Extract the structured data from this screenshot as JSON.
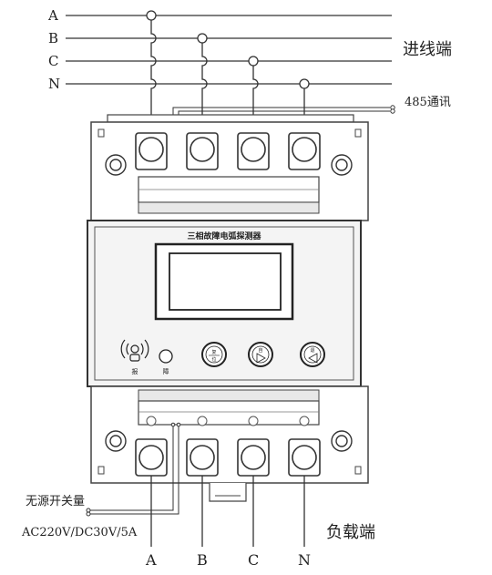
{
  "phases_in": [
    "A",
    "B",
    "C",
    "N"
  ],
  "phases_out": [
    "A",
    "B",
    "C",
    "N"
  ],
  "incoming_label": "进线端",
  "comm_label": "485通讯",
  "device_title": "三相故障电弧探测器",
  "dry_contact_label": "无源开关量",
  "rating_label": "AC220V/DC30V/5A",
  "load_label": "负载端",
  "indicators": [
    {
      "icon": "alarm-speaker-icon",
      "label": "报"
    },
    {
      "icon": "fault-led-icon",
      "label": "障"
    }
  ],
  "buttons": [
    {
      "icon": "reset-button-icon",
      "top": "复",
      "bottom": "位"
    },
    {
      "icon": "play-right-icon",
      "top": "自"
    },
    {
      "icon": "play-left-icon",
      "top": "退"
    }
  ],
  "colors": {
    "line": "#333333",
    "frame": "#444444",
    "panel_bg": "#f4f4f4"
  }
}
